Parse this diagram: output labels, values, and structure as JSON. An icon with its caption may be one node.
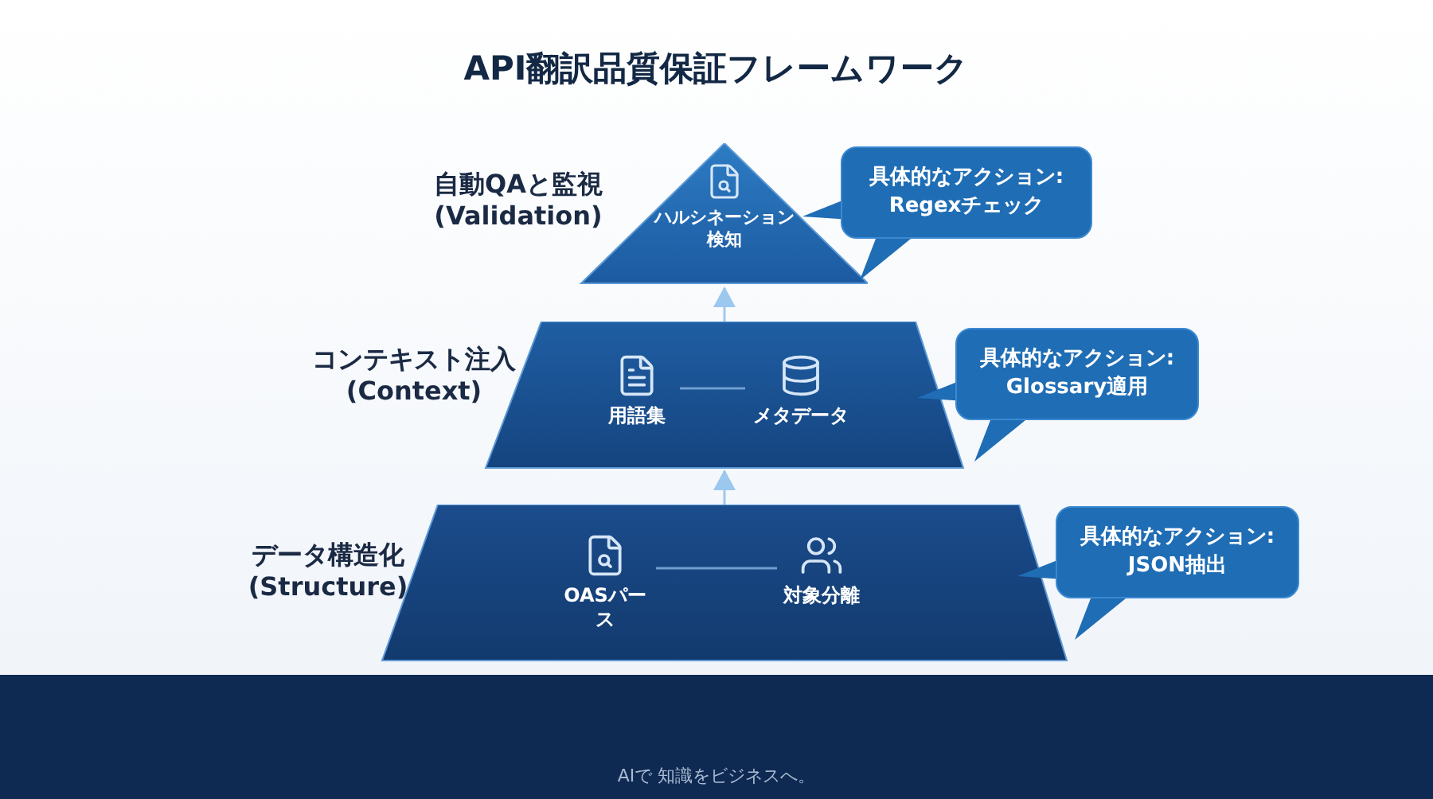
{
  "diagram": {
    "title": "API翻訳品質保証フレームワーク",
    "nodes": [
      {
        "text": [
          "自動QAと監視 (Validation)"
        ]
      },
      {
        "text": [
          "ハルシネーション検知"
        ],
        "in": 0
      },
      {
        "text": [
          "コンテキスト注入 (Context)"
        ]
      },
      {
        "text": [
          "用語集"
        ],
        "in": 2
      },
      {
        "text": [
          "メタデータ"
        ],
        "in": 2
      },
      {
        "text": [
          "データ構造化 (Structure)"
        ]
      },
      {
        "text": [
          "OASパース"
        ],
        "in": 5
      },
      {
        "text": [
          "対象分離"
        ],
        "in": 5
      },
      {
        "text": [
          "具体的なアクション: Regexチェック"
        ]
      },
      {
        "text": [
          "具体的なアクション: Glossary適用"
        ]
      },
      {
        "text": [
          "具体的なアクション: JSON抽出"
        ]
      }
    ],
    "edges": [
      {
        "from": 3,
        "to": 4,
        "arrow": "none"
      },
      {
        "from": 6,
        "to": 7,
        "arrow": "none"
      },
      {
        "from": 5,
        "to": 2,
        "arrow": "to"
      },
      {
        "from": 2,
        "to": 0,
        "arrow": "to"
      }
    ],
    "labels": [
      "AIで 知識をビジネスへ。"
    ]
  }
}
